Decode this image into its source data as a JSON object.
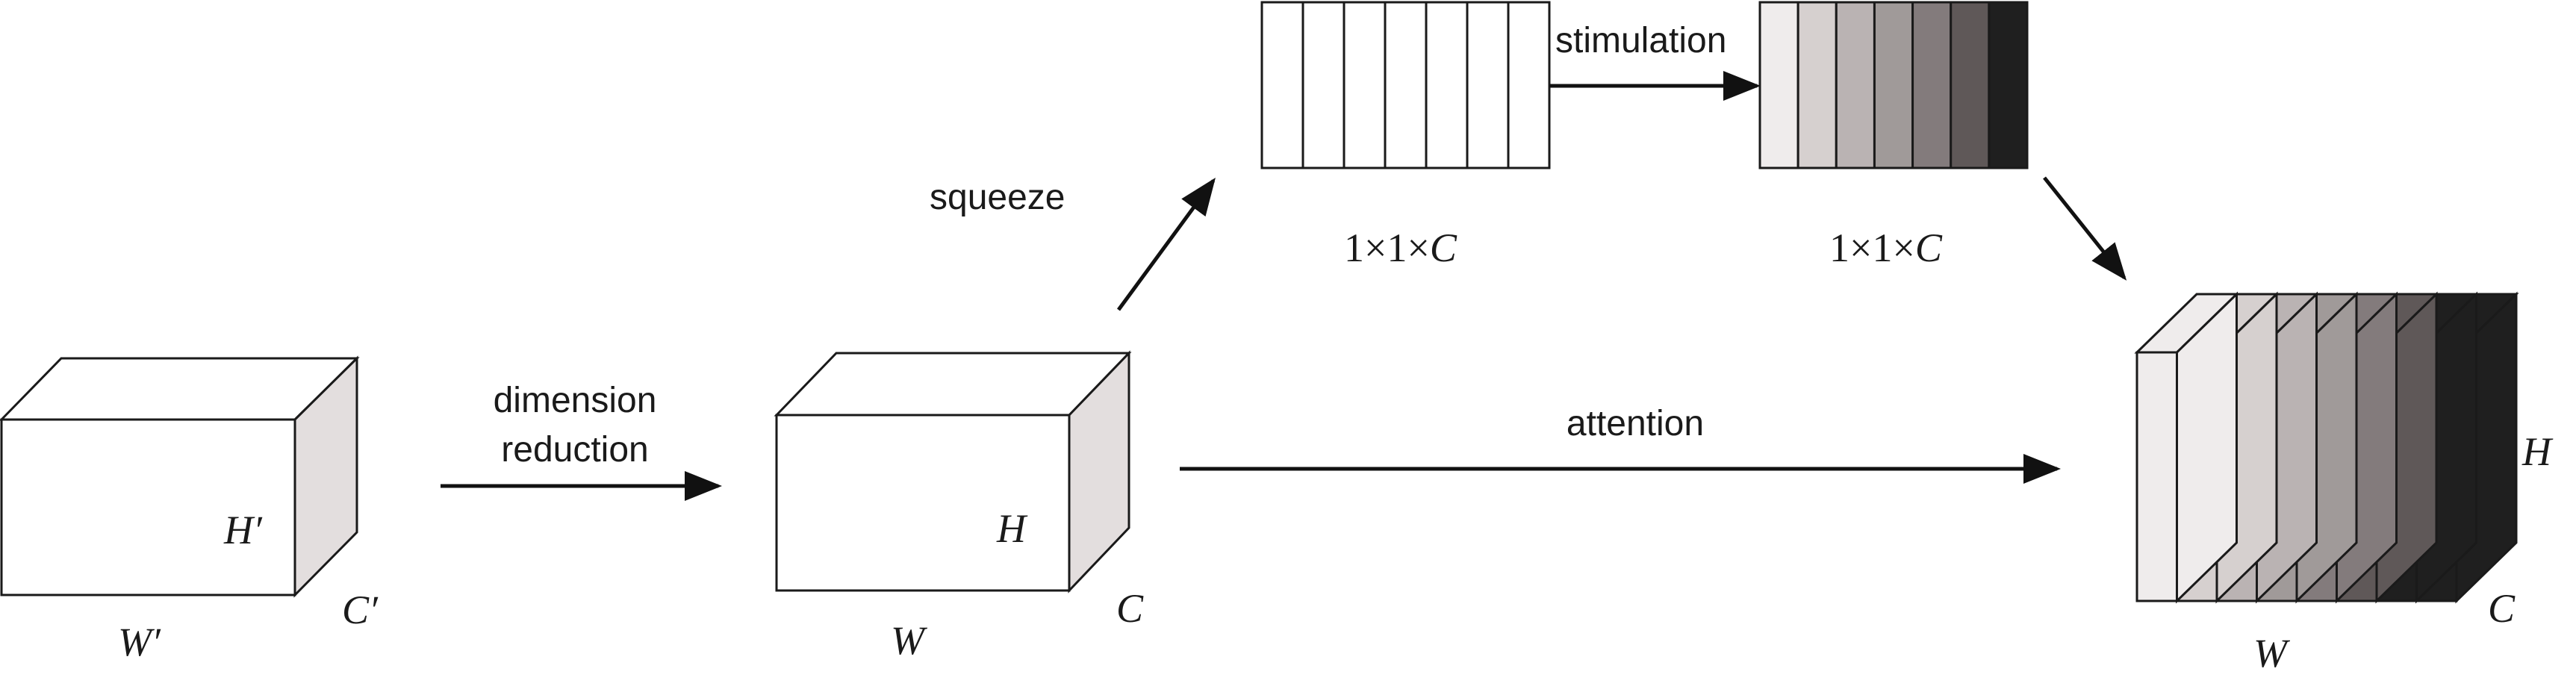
{
  "labels": {
    "dimension_reduction_line1": "dimension",
    "dimension_reduction_line2": "reduction",
    "squeeze": "squeeze",
    "stimulation": "stimulation",
    "attention": "attention"
  },
  "input_block": {
    "h": "H′",
    "w": "W′",
    "c": "C′"
  },
  "reduced_block": {
    "h": "H",
    "w": "W",
    "c": "C"
  },
  "squeezed_vector": {
    "cells": 7,
    "dims_prefix": "1×1×",
    "dims_c": "C"
  },
  "excited_vector": {
    "dims_prefix": "1×1×",
    "dims_c": "C",
    "shades": [
      "#efecec",
      "#d6d0cf",
      "#bab3b3",
      "#a09a99",
      "#837b7c",
      "#5f5858",
      "#1f1f1f"
    ]
  },
  "output_block": {
    "h": "H",
    "w": "W",
    "c": "C",
    "shades": [
      "#efecec",
      "#d6d0cf",
      "#bab3b3",
      "#a09a99",
      "#837b7c",
      "#5f5858",
      "#1f1f1f",
      "#1f1f1f"
    ]
  },
  "colors": {
    "side_face": "#e3dede",
    "stroke": "#1a1a1a"
  }
}
